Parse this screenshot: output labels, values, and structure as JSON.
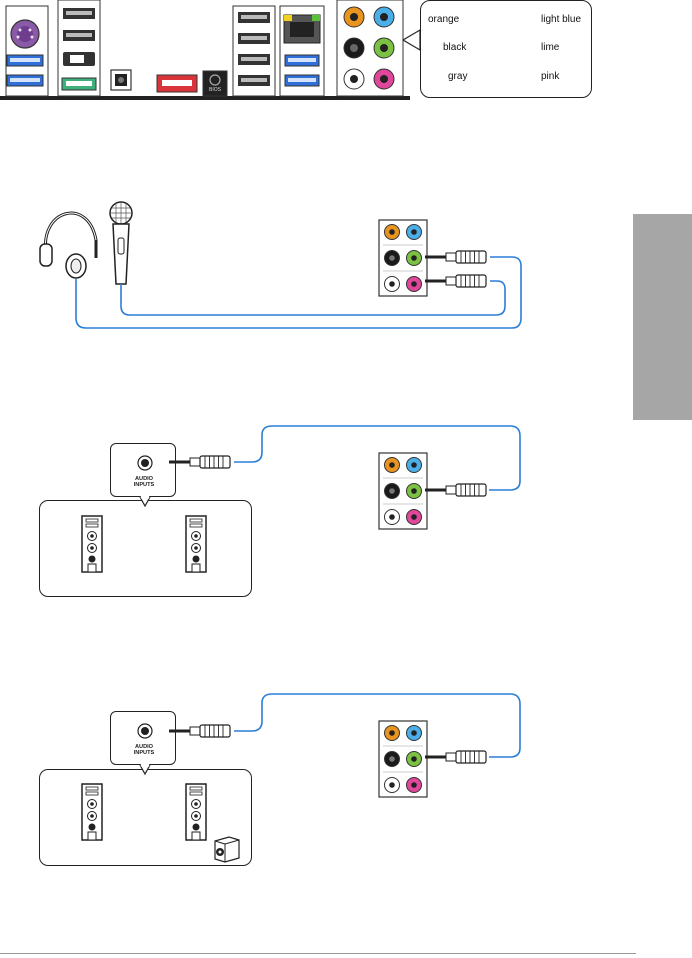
{
  "colors": {
    "orange": "#e8941e",
    "light_blue": "#4aaee8",
    "black": "#1a1a1a",
    "lime": "#7cc242",
    "gray": "#ffffff",
    "pink": "#e0469a",
    "cable": "#2a7fd6",
    "side_tab": "#a6a6a6",
    "usb3": "#2f6fd8",
    "lan_led_yellow": "#f2d21c",
    "lan_led_green": "#59c23a",
    "red_port": "#d9343a",
    "ps2": "#8a5aa8",
    "hdmi_green": "#3faf7c"
  },
  "legend": {
    "left_labels": [
      "orange",
      "black",
      "gray"
    ],
    "right_labels": [
      "light blue",
      "lime",
      "pink"
    ]
  },
  "io_panel": {
    "bios_label": "BIOS"
  },
  "speaker_setups": [
    {
      "audio_label_line1": "AUDIO",
      "audio_label_line2": "INPUTS",
      "icons": [
        "speaker-left",
        "speaker-right"
      ]
    },
    {
      "audio_label_line1": "AUDIO",
      "audio_label_line2": "INPUTS",
      "icons": [
        "speaker-left",
        "speaker-right",
        "subwoofer"
      ]
    }
  ]
}
